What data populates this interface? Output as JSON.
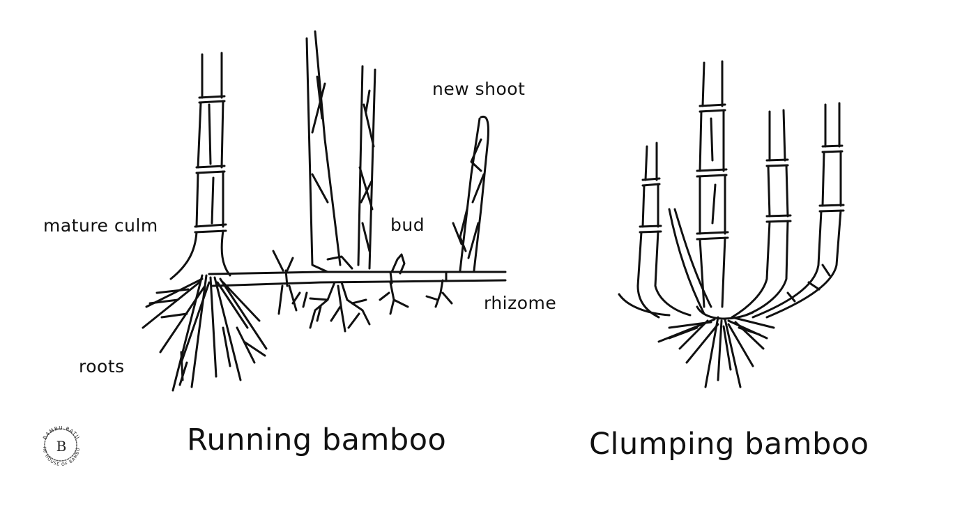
{
  "labels": {
    "mature_culm": "mature culm",
    "roots": "roots",
    "new_shoot": "new shoot",
    "bud": "bud",
    "rhizome": "rhizome"
  },
  "titles": {
    "running": "Running bamboo",
    "clumping": "Clumping bamboo"
  },
  "logo": {
    "brand": "BAMBU BATU",
    "tagline": "THE HOUSE OF BAMBOO",
    "mark": "B"
  },
  "colors": {
    "ink": "#111111",
    "background": "#ffffff"
  }
}
